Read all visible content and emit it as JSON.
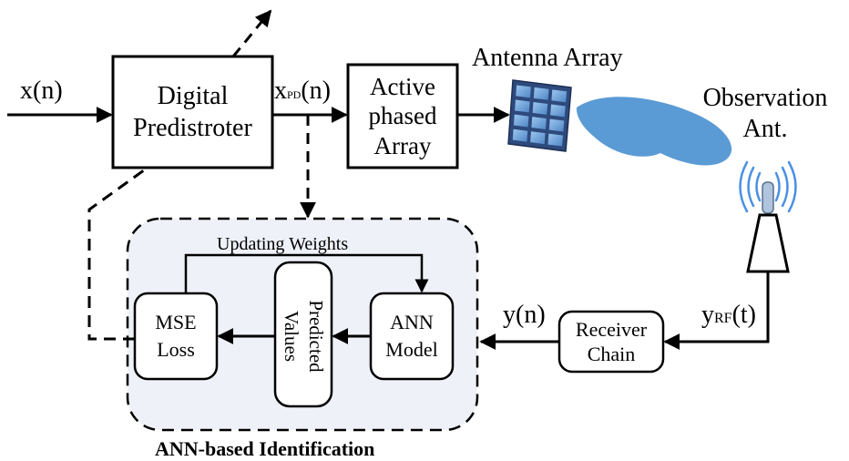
{
  "input_label": "x(n)",
  "output_label_main": "x",
  "output_label_sub": "PD",
  "output_label_tail": "(n)",
  "predistorter": {
    "line1": "Digital",
    "line2": "Predistroter"
  },
  "active_array": {
    "line1": "Active",
    "line2": "phased",
    "line3": "Array"
  },
  "antenna_array_label": "Antenna Array",
  "observation": {
    "line1": "Observation",
    "line2": "Ant."
  },
  "yrf_main": "y",
  "yrf_sub": "RF",
  "yrf_tail": "(t)",
  "yn_label": "y(n)",
  "receiver_chain": {
    "line1": "Receiver",
    "line2": "Chain"
  },
  "ann_model": {
    "line1": "ANN",
    "line2": "Model"
  },
  "predicted_values": {
    "line1": "Predicted",
    "line2": "Values"
  },
  "mse_loss": {
    "line1": "MSE",
    "line2": "Loss"
  },
  "updating_weights_label": "Updating Weights",
  "identification_title": "ANN-based Identification",
  "colors": {
    "identification_fill": "#eef1f8",
    "beam": "#5b9bd5",
    "antenna_panel": "#2e4a7d",
    "antenna_cell": "#6fa8dc",
    "waves": "#4a90e2"
  }
}
